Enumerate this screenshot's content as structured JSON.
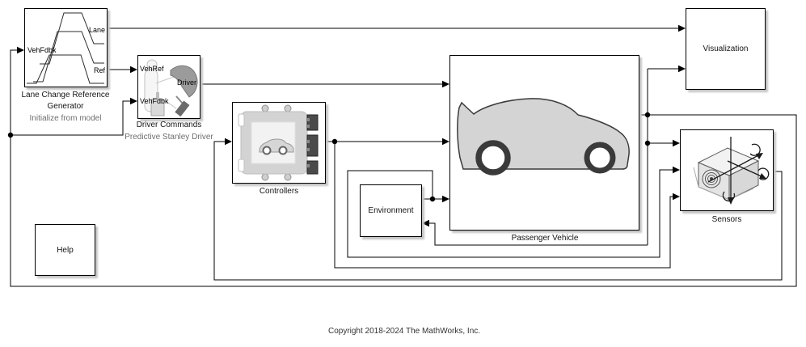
{
  "diagram": {
    "copyright": "Copyright 2018-2024 The MathWorks, Inc.",
    "colors": {
      "wire": "#000000",
      "block_border": "#000000",
      "block_fill": "#ffffff",
      "annotation_gray": "#6e6e6e",
      "shadow_gray": "#c4c4c4",
      "icon_gray": "#d4d4d4"
    },
    "blocks": {
      "lcrg": {
        "title_line1": "Lane Change Reference",
        "title_line2": "Generator",
        "annotation": "Initialize from model",
        "ports": {
          "in_vehfdbk": "VehFdbk",
          "out_lane": "Lane",
          "out_ref": "Ref"
        }
      },
      "driver": {
        "title": "Driver Commands",
        "annotation": "Predictive Stanley Driver",
        "ports": {
          "in_vehref": "VehRef",
          "in_vehfdbk": "VehFdbk",
          "out_driver": "Driver"
        }
      },
      "controllers": {
        "title": "Controllers"
      },
      "environment": {
        "title": "Environment"
      },
      "vehicle": {
        "title": "Passenger Vehicle"
      },
      "visualization": {
        "title": "Visualization"
      },
      "sensors": {
        "title": "Sensors"
      },
      "help": {
        "title": "Help"
      }
    }
  }
}
